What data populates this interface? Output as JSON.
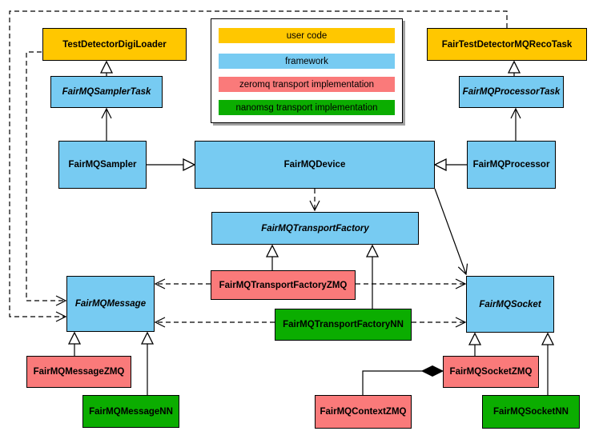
{
  "colors": {
    "user_code": "#ffc700",
    "framework": "#77cbf2",
    "zeromq": "#fa7a7a",
    "nanomsg": "#0bad00",
    "line": "#000000",
    "background": "#ffffff"
  },
  "legend": {
    "items": [
      {
        "label": "user code",
        "color": "#ffc700"
      },
      {
        "label": "framework",
        "color": "#77cbf2"
      },
      {
        "label": "zeromq transport implementation",
        "color": "#fa7a7a"
      },
      {
        "label": "nanomsg transport implementation",
        "color": "#0bad00"
      }
    ]
  },
  "nodes": {
    "test_detector_digi_loader": {
      "label": "TestDetectorDigiLoader",
      "category": "user code",
      "abstract": false
    },
    "fair_test_detector_mq_reco_task": {
      "label": "FairTestDetectorMQRecoTask",
      "category": "user code",
      "abstract": false
    },
    "fairmq_sampler_task": {
      "label": "FairMQSamplerTask",
      "category": "framework",
      "abstract": true
    },
    "fairmq_processor_task": {
      "label": "FairMQProcessorTask",
      "category": "framework",
      "abstract": true
    },
    "fairmq_sampler": {
      "label": "FairMQSampler",
      "category": "framework",
      "abstract": false
    },
    "fairmq_device": {
      "label": "FairMQDevice",
      "category": "framework",
      "abstract": false
    },
    "fairmq_processor": {
      "label": "FairMQProcessor",
      "category": "framework",
      "abstract": false
    },
    "fairmq_transport_factory": {
      "label": "FairMQTransportFactory",
      "category": "framework",
      "abstract": true
    },
    "fairmq_transport_factory_zmq": {
      "label": "FairMQTransportFactoryZMQ",
      "category": "zeromq",
      "abstract": false
    },
    "fairmq_transport_factory_nn": {
      "label": "FairMQTransportFactoryNN",
      "category": "nanomsg",
      "abstract": false
    },
    "fairmq_message": {
      "label": "FairMQMessage",
      "category": "framework",
      "abstract": true
    },
    "fairmq_socket": {
      "label": "FairMQSocket",
      "category": "framework",
      "abstract": true
    },
    "fairmq_message_zmq": {
      "label": "FairMQMessageZMQ",
      "category": "zeromq",
      "abstract": false
    },
    "fairmq_message_nn": {
      "label": "FairMQMessageNN",
      "category": "nanomsg",
      "abstract": false
    },
    "fairmq_socket_zmq": {
      "label": "FairMQSocketZMQ",
      "category": "zeromq",
      "abstract": false
    },
    "fairmq_context_zmq": {
      "label": "FairMQContextZMQ",
      "category": "zeromq",
      "abstract": false
    },
    "fairmq_socket_nn": {
      "label": "FairMQSocketNN",
      "category": "nanomsg",
      "abstract": false
    }
  },
  "edges": [
    {
      "from": "FairMQSamplerTask",
      "to": "TestDetectorDigiLoader",
      "type": "inheritance-triangle"
    },
    {
      "from": "FairMQProcessorTask",
      "to": "FairTestDetectorMQRecoTask",
      "type": "inheritance-triangle"
    },
    {
      "from": "FairMQSampler",
      "to": "FairMQSamplerTask",
      "type": "open-arrow"
    },
    {
      "from": "FairMQProcessor",
      "to": "FairMQProcessorTask",
      "type": "open-arrow"
    },
    {
      "from": "FairMQSampler",
      "to": "FairMQDevice",
      "type": "inheritance-triangle"
    },
    {
      "from": "FairMQProcessor",
      "to": "FairMQDevice",
      "type": "inheritance-triangle"
    },
    {
      "from": "FairMQDevice",
      "to": "FairMQTransportFactory",
      "type": "dashed-dependency"
    },
    {
      "from": "FairMQDevice",
      "to": "FairMQSocket",
      "type": "open-arrow"
    },
    {
      "from": "FairMQTransportFactoryZMQ",
      "to": "FairMQTransportFactory",
      "type": "inheritance-triangle"
    },
    {
      "from": "FairMQTransportFactoryNN",
      "to": "FairMQTransportFactory",
      "type": "inheritance-triangle"
    },
    {
      "from": "FairMQTransportFactoryZMQ",
      "to": "FairMQMessage",
      "type": "dashed-dependency"
    },
    {
      "from": "FairMQTransportFactoryZMQ",
      "to": "FairMQSocket",
      "type": "dashed-dependency"
    },
    {
      "from": "FairMQTransportFactoryNN",
      "to": "FairMQMessage",
      "type": "dashed-dependency"
    },
    {
      "from": "FairMQTransportFactoryNN",
      "to": "FairMQSocket",
      "type": "dashed-dependency"
    },
    {
      "from": "TestDetectorDigiLoader",
      "to": "FairMQMessage",
      "type": "dashed-dependency"
    },
    {
      "from": "FairTestDetectorMQRecoTask",
      "to": "FairMQMessage",
      "type": "dashed-dependency"
    },
    {
      "from": "FairMQMessageZMQ",
      "to": "FairMQMessage",
      "type": "inheritance-triangle"
    },
    {
      "from": "FairMQMessageNN",
      "to": "FairMQMessage",
      "type": "inheritance-triangle"
    },
    {
      "from": "FairMQSocketZMQ",
      "to": "FairMQSocket",
      "type": "inheritance-triangle"
    },
    {
      "from": "FairMQSocketNN",
      "to": "FairMQSocket",
      "type": "inheritance-triangle"
    },
    {
      "from": "FairMQContextZMQ",
      "to": "FairMQSocketZMQ",
      "type": "composition-diamond"
    }
  ]
}
